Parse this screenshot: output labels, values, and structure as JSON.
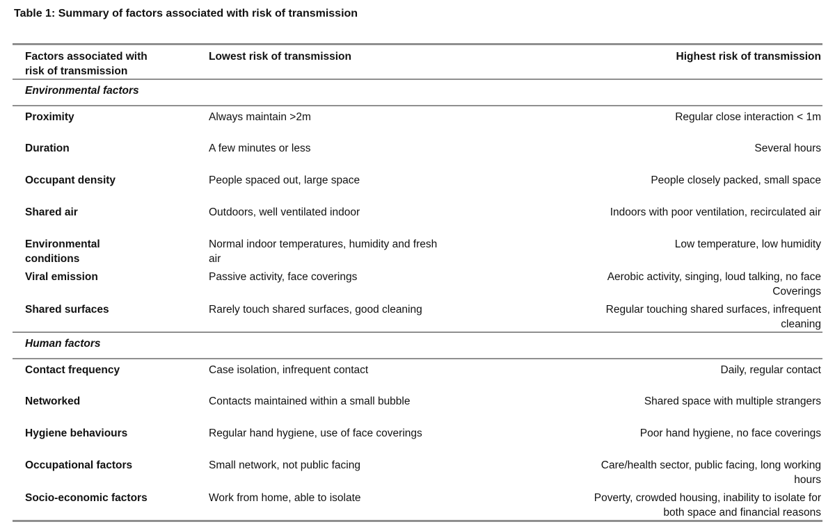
{
  "title": "Table 1: Summary of factors associated with risk of transmission",
  "colors": {
    "background": "#ffffff",
    "text": "#111111",
    "rule": "#8f8f8f"
  },
  "table": {
    "headers": [
      "Factors associated with\nrisk of transmission",
      "Lowest risk of transmission",
      "Highest risk of transmission"
    ],
    "sections": [
      {
        "label": "Environmental factors",
        "rows": [
          {
            "factor": "Proximity",
            "lowest": "Always maintain >2m",
            "highest": "Regular close interaction < 1m"
          },
          {
            "factor": "Duration",
            "lowest": "A few minutes or less",
            "highest": "Several hours"
          },
          {
            "factor": "Occupant density",
            "lowest": "People spaced out, large space",
            "highest": "People closely packed, small space"
          },
          {
            "factor": "Shared air",
            "lowest": "Outdoors, well ventilated indoor",
            "highest": "Indoors with poor ventilation, recirculated air"
          },
          {
            "factor": "Environmental\nconditions",
            "lowest": "Normal indoor temperatures, humidity and fresh\nair",
            "highest": "Low temperature, low humidity"
          },
          {
            "factor": "Viral emission",
            "lowest": "Passive activity, face coverings",
            "highest": "Aerobic activity, singing, loud talking, no face\nCoverings"
          },
          {
            "factor": "Shared surfaces",
            "lowest": "Rarely touch shared surfaces, good cleaning",
            "highest": "Regular touching shared surfaces, infrequent\ncleaning"
          }
        ]
      },
      {
        "label": "Human factors",
        "rows": [
          {
            "factor": "Contact frequency",
            "lowest": "Case isolation, infrequent contact",
            "highest": "Daily, regular contact"
          },
          {
            "factor": "Networked",
            "lowest": "Contacts maintained within a small bubble",
            "highest": "Shared space with multiple strangers"
          },
          {
            "factor": "Hygiene behaviours",
            "lowest": "Regular hand hygiene, use of face coverings",
            "highest": "Poor hand hygiene, no face coverings"
          },
          {
            "factor": "Occupational factors",
            "lowest": "Small network, not public facing",
            "highest": "Care/health sector, public facing, long working\nhours"
          },
          {
            "factor": "Socio-economic factors",
            "lowest": "Work from home, able to isolate",
            "highest": "Poverty, crowded housing, inability to isolate for\nboth space and financial reasons"
          }
        ]
      }
    ]
  }
}
